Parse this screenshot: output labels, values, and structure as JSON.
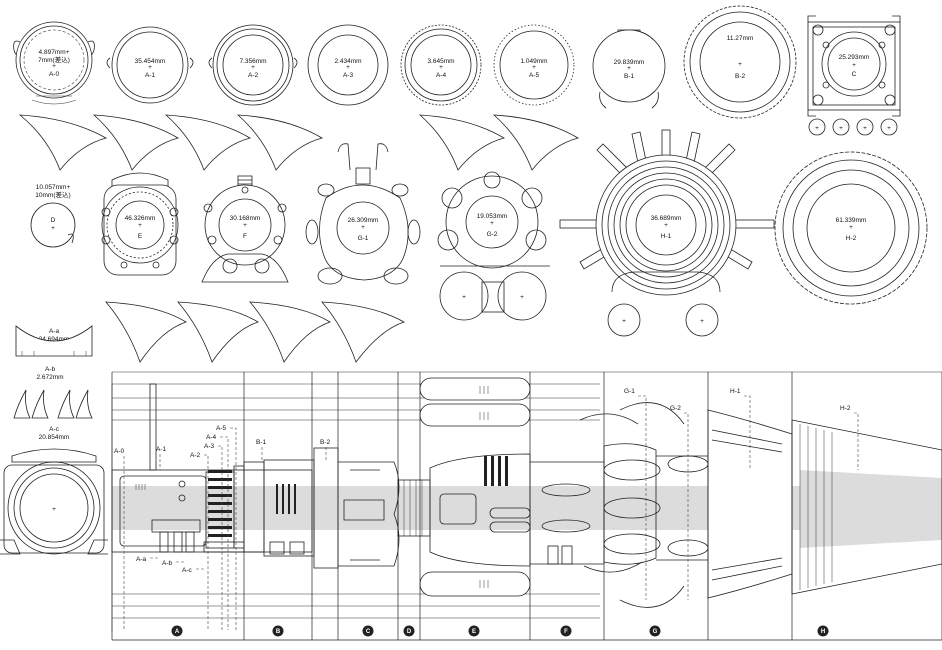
{
  "top_parts": [
    {
      "id": "a0",
      "line1": "4.897mm+",
      "line2": "7mm(差込)",
      "code": "A-0"
    },
    {
      "id": "a1",
      "line1": "35.454mm",
      "line2": "",
      "code": "A-1"
    },
    {
      "id": "a2",
      "line1": "7.356mm",
      "line2": "",
      "code": "A-2"
    },
    {
      "id": "a3",
      "line1": "2.434mm",
      "line2": "",
      "code": "A-3"
    },
    {
      "id": "a4",
      "line1": "3.645mm",
      "line2": "",
      "code": "A-4"
    },
    {
      "id": "a5",
      "line1": "1.049mm",
      "line2": "",
      "code": "A-5"
    },
    {
      "id": "b1",
      "line1": "29.839mm",
      "line2": "",
      "code": "B-1"
    },
    {
      "id": "b2",
      "line1": "11.27mm",
      "line2": "",
      "code": "B-2"
    },
    {
      "id": "c",
      "line1": "25.293mm",
      "line2": "",
      "code": "C"
    }
  ],
  "mid_parts": [
    {
      "id": "d",
      "pre1": "10.057mm+",
      "pre2": "10mm(差込)",
      "line1": "",
      "code": "D"
    },
    {
      "id": "e",
      "line1": "46.326mm",
      "code": "E"
    },
    {
      "id": "f",
      "line1": "30.168mm",
      "code": "F"
    },
    {
      "id": "g1",
      "line1": "26.309mm",
      "code": "G-1"
    },
    {
      "id": "g2",
      "line1": "19.053mm",
      "code": "G-2"
    },
    {
      "id": "h1",
      "line1": "36.689mm",
      "code": "H-1"
    },
    {
      "id": "h2",
      "line1": "61.339mm",
      "code": "H-2"
    }
  ],
  "side_parts": [
    {
      "id": "aa",
      "code": "A-a",
      "size": "24.694mm"
    },
    {
      "id": "ab",
      "code": "A-b",
      "size": "2.672mm"
    },
    {
      "id": "ac",
      "code": "A-c",
      "size": "20.854mm"
    }
  ],
  "callouts": {
    "a0": "A-0",
    "a1": "A-1",
    "a2": "A-2",
    "a3": "A-3",
    "a4": "A-4",
    "a5": "A-5",
    "b1": "B-1",
    "b2": "B-2",
    "g1": "G-1",
    "g2": "G-2",
    "h1": "H-1",
    "h2": "H-2",
    "aa": "A-a",
    "ab": "A-b",
    "ac": "A-c"
  },
  "sections": [
    "A",
    "B",
    "C",
    "D",
    "E",
    "F",
    "G",
    "H"
  ]
}
